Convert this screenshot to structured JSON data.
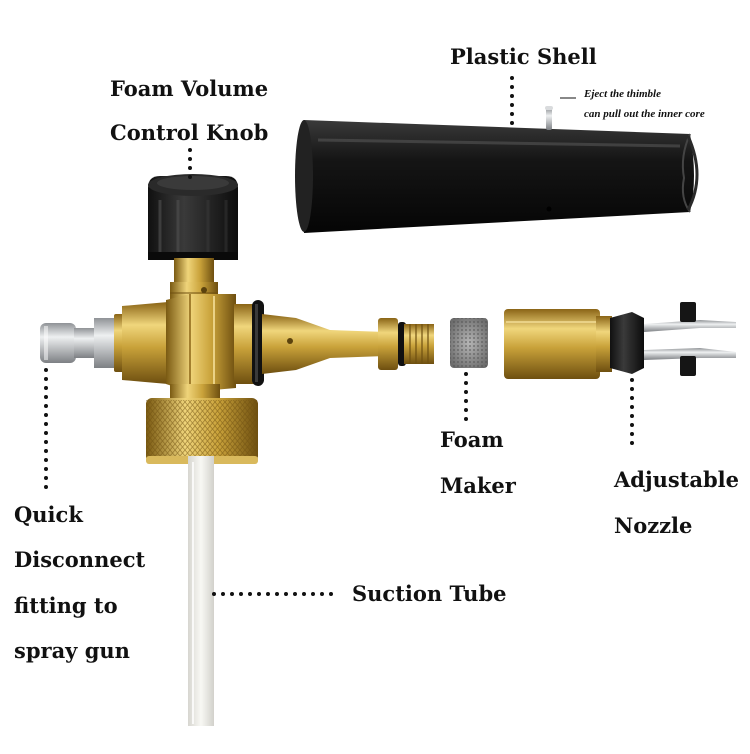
{
  "labels": {
    "foam_volume": [
      "Foam Volume",
      "Control Knob"
    ],
    "plastic_shell": "Plastic Shell",
    "eject_note": [
      "Eject the thimble",
      "can pull out the inner core"
    ],
    "foam_maker": [
      "Foam",
      "Maker"
    ],
    "adjustable_nozzle": [
      "Adjustable",
      "Nozzle"
    ],
    "quick_disconnect": [
      "Quick",
      "Disconnect",
      "fitting to",
      "spray gun"
    ],
    "suction_tube": "Suction Tube"
  },
  "colors": {
    "brass": "#c9a23a",
    "brass_dark": "#7a5a12",
    "brass_light": "#ecd27a",
    "black_part": "#1c1c1c",
    "steel": "#b9bcbf",
    "tube": "#ecebe6",
    "leader": "#111111"
  }
}
